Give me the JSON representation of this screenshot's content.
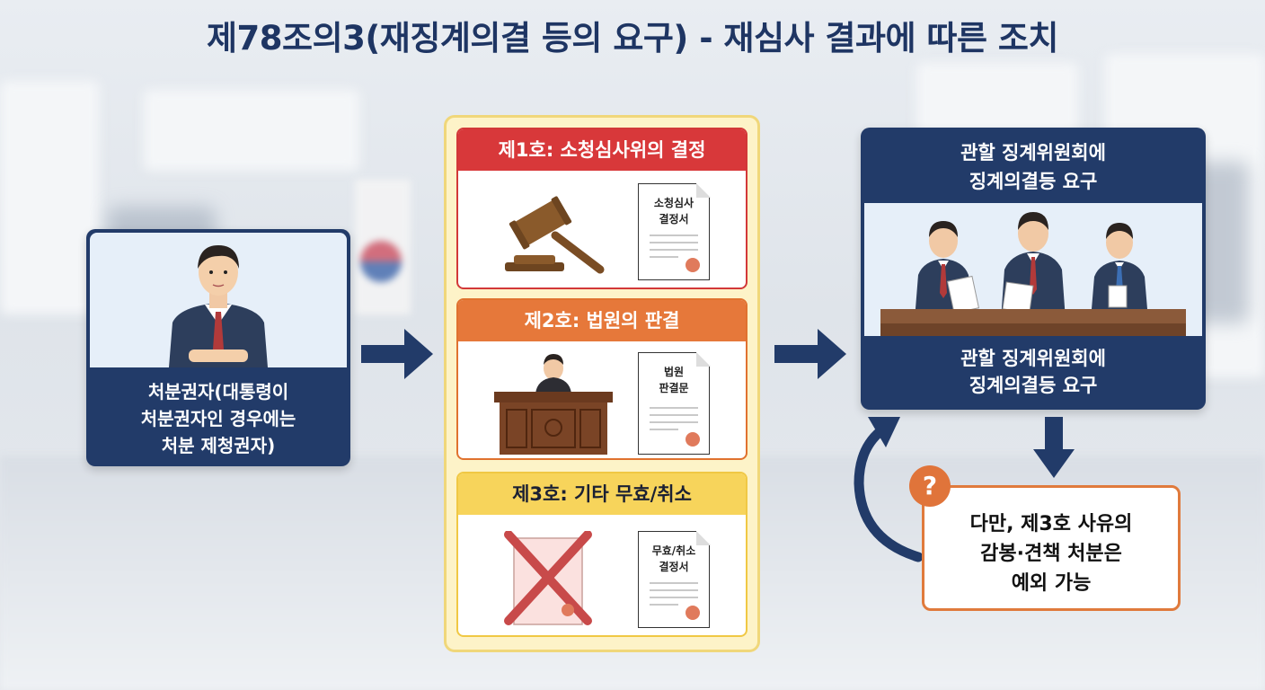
{
  "title": "제78조의3(재징계의결 등의 요구) - 재심사 결과에 따른 조치",
  "left_panel": {
    "lines": [
      "처분권자(대통령이",
      "처분권자인 경우에는",
      "처분 제청권자)"
    ]
  },
  "grounds": [
    {
      "heading": "제1호: 소청심사위의 결정",
      "document_title": "소청심사\n결정서"
    },
    {
      "heading": "제2호: 법원의 판결",
      "document_title": "법원\n판결문"
    },
    {
      "heading": "제3호: 기타 무효/취소",
      "document_title": "무효/취소\n결정서"
    }
  ],
  "right_panel": {
    "top_lines": [
      "관할 징계위원회에",
      "징계의결등 요구"
    ],
    "bottom_lines": [
      "관할 징계위원회에",
      "징계의결등 요구"
    ]
  },
  "note": {
    "badge": "?",
    "lines": [
      "다만, 제3호 사유의",
      "감봉·견책 처분은",
      "예외 가능"
    ]
  },
  "colors": {
    "navy": "#223b69",
    "red": "#d8383a",
    "orange": "#e6783a",
    "yellow": "#f7d45b"
  },
  "icons": [
    "gavel-icon",
    "judge-bench-icon",
    "cancelled-document-icon",
    "document-icon",
    "person-icon",
    "committee-icon",
    "arrow-right-icon",
    "arrow-down-icon",
    "return-arrow-icon"
  ]
}
